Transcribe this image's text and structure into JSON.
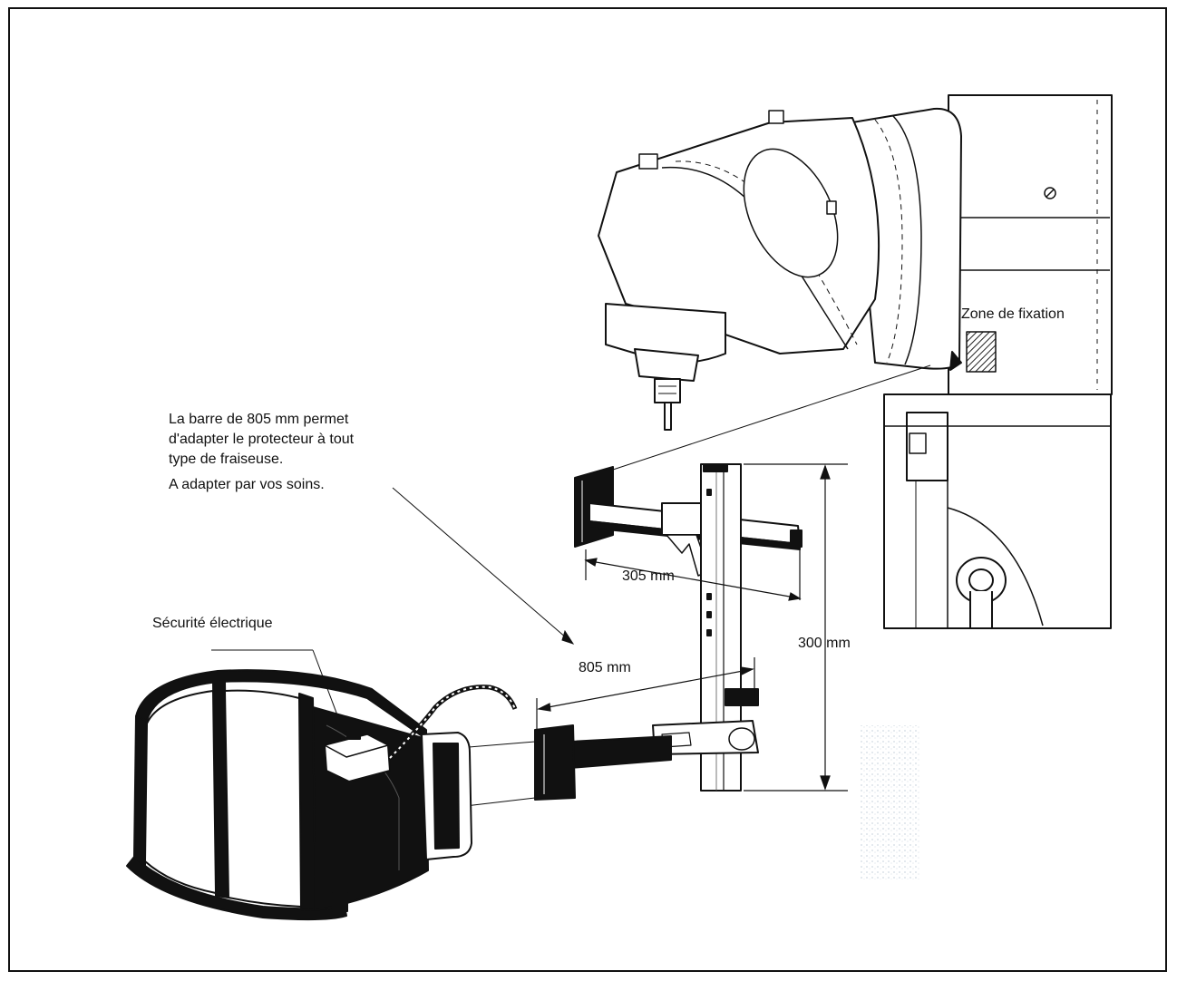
{
  "note": {
    "line1": "La barre de 805 mm permet",
    "line2": "d'adapter le protecteur à tout",
    "line3": "type de fraiseuse.",
    "line4": "A adapter par vos soins."
  },
  "labels": {
    "zone": "Zone de fixation",
    "securite": "Sécurité électrique"
  },
  "dimensions": {
    "d305": "305 mm",
    "d300": "300 mm",
    "d805": "805 mm"
  }
}
